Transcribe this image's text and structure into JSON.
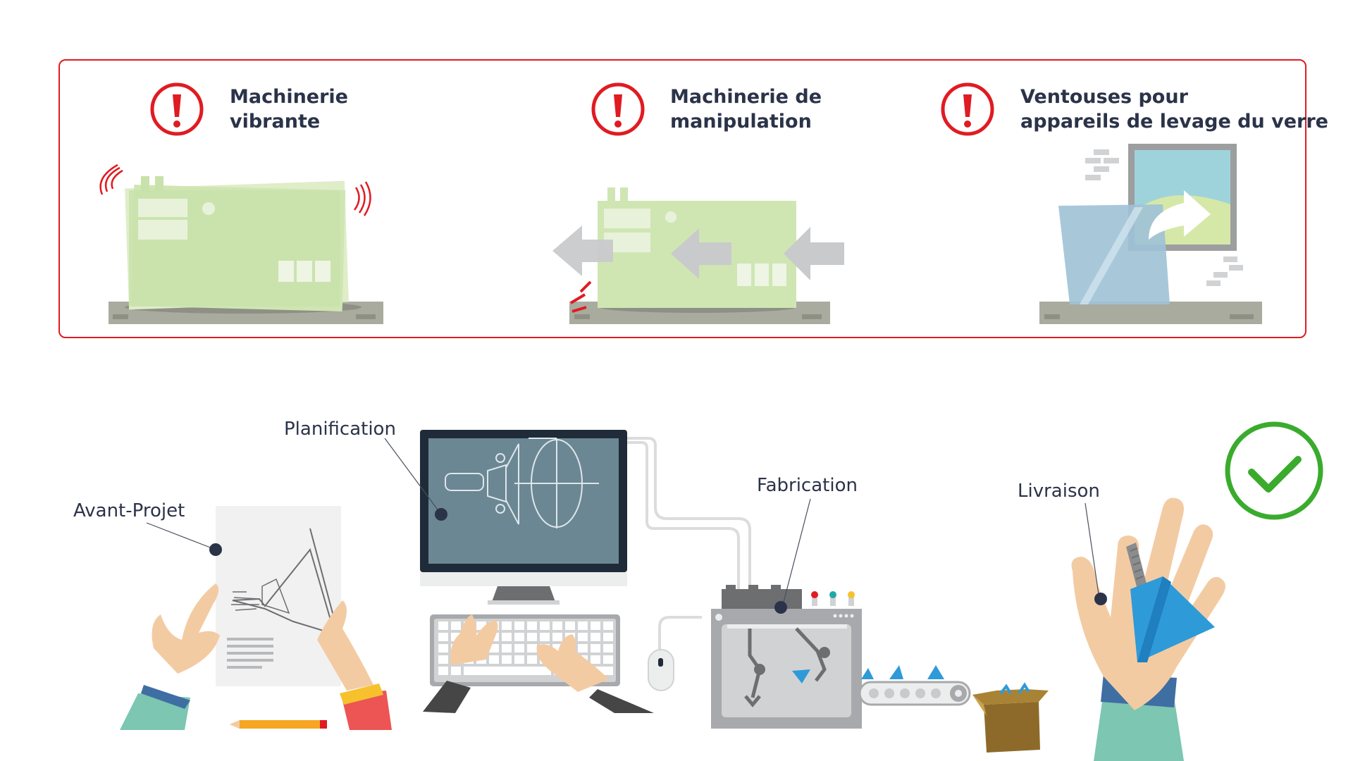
{
  "warnings": [
    {
      "line1": "Machinerie",
      "line2": "vibrante",
      "icon": "exclamation-icon"
    },
    {
      "line1": "Machinerie de",
      "line2": "manipulation",
      "icon": "exclamation-icon"
    },
    {
      "line1": "Ventouses pour",
      "line2": "appareils de levage du verre",
      "icon": "exclamation-icon"
    }
  ],
  "stages": [
    {
      "label": "Avant-Projet"
    },
    {
      "label": "Planification"
    },
    {
      "label": "Fabrication"
    },
    {
      "label": "Livraison"
    }
  ],
  "colors": {
    "warning_red": "#e01b22",
    "machine_green": "#cfe6b3",
    "check_green": "#3aab2d",
    "text_navy": "#2b3349",
    "arrow_grey": "#c9cacc"
  }
}
